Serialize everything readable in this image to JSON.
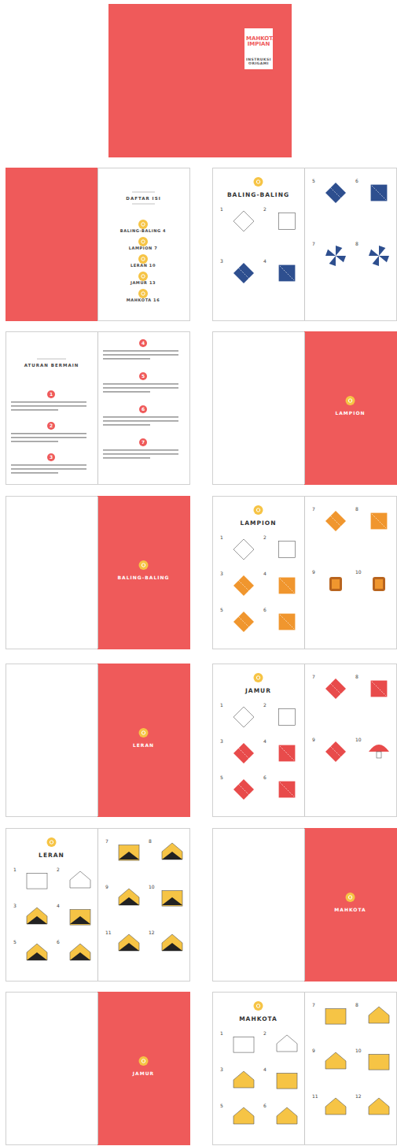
{
  "diagram": {
    "nodes": [
      {
        "text": [
          "MAHKOTA IMPIAN",
          "INSTRUKSI ORIGAMI"
        ]
      },
      {
        "text": [
          "DAFTAR ISI"
        ]
      },
      {
        "text": [
          "BALING-BALING"
        ]
      },
      {
        "text": [
          "ATURAN BERMAIN"
        ]
      },
      {
        "text": [
          "LAMPION"
        ]
      },
      {
        "text": [
          "BALING-BALING"
        ]
      },
      {
        "text": [
          "LAMPION"
        ]
      },
      {
        "text": [
          "LERAN"
        ]
      },
      {
        "text": [
          "JAMUR"
        ]
      },
      {
        "text": [
          "LERAN"
        ]
      },
      {
        "text": [
          "MAHKOTA"
        ]
      },
      {
        "text": [
          "JAMUR"
        ]
      },
      {
        "text": [
          "MAHKOTA"
        ]
      }
    ],
    "labels": [
      "BALING-BALING 4",
      "LAMPION 7",
      "LERAN 10",
      "JAMUR 13",
      "MAHKOTA 16",
      "1",
      "2",
      "3",
      "4",
      "5",
      "6",
      "7",
      "1",
      "2",
      "3",
      "4",
      "5",
      "6",
      "7",
      "8",
      "1",
      "2",
      "3",
      "4",
      "5",
      "6",
      "7",
      "8",
      "9",
      "10",
      "1",
      "2",
      "3",
      "4",
      "5",
      "6",
      "7",
      "8",
      "9",
      "10",
      "1",
      "2",
      "3",
      "4",
      "5",
      "6",
      "7",
      "8",
      "9",
      "10",
      "11",
      "12",
      "1",
      "2",
      "3",
      "4",
      "5",
      "6",
      "7",
      "8",
      "9",
      "10",
      "11",
      "12"
    ]
  }
}
